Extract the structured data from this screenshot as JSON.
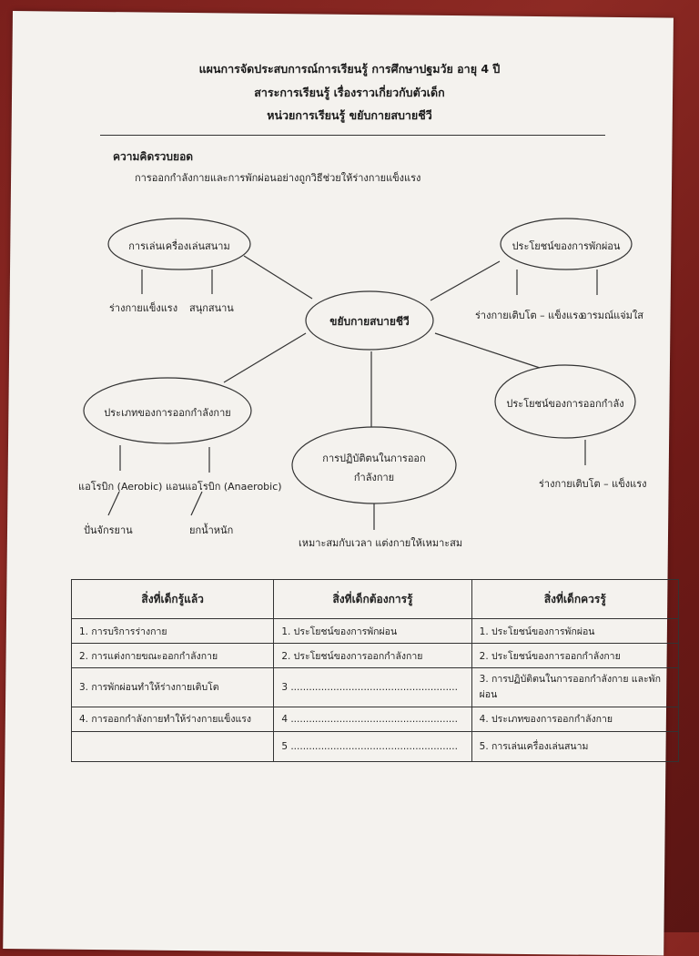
{
  "header": {
    "line1": "แผนการจัดประสบการณ์การเรียนรู้ การศึกษาปฐมวัย อายุ 4 ปี",
    "line2": "สาระการเรียนรู้ เรื่องราวเกี่ยวกับตัวเด็ก",
    "line3": "หน่วยการเรียนรู้ ขยับกายสบายชีวี"
  },
  "concept": {
    "heading": "ความคิดรวบยอด",
    "text": "การออกกำลังกายและการพักผ่อนอย่างถูกวิธีช่วยให้ร่างกายแข็งแรง"
  },
  "diagram": {
    "center": "ขยับกายสบายชีวี",
    "play": {
      "label": "การเล่นเครื่องเล่นสนาม",
      "children": [
        "ร่างกายแข็งแรง",
        "สนุกสนาน"
      ]
    },
    "rest_benefit": {
      "label": "ประโยชน์ของการพักผ่อน",
      "children": [
        "ร่างกายเติบโต – แข็งแรง",
        "อารมณ์แจ่มใส"
      ]
    },
    "exercise_types": {
      "label": "ประเภทของการออกกำลังกาย",
      "aerobic": "แอโรบิก (Aerobic)",
      "anaerobic": "แอนแอโรบิก (Anaerobic)",
      "aerobic_example": "ปั่นจักรยาน",
      "anaerobic_example": "ยกน้ำหนัก"
    },
    "exercise_benefit": {
      "label": "ประโยชน์ของการออกกำลัง",
      "child": "ร่างกายเติบโต – แข็งแรง"
    },
    "practice": {
      "label_line1": "การปฏิบัติตนในการออก",
      "label_line2": "กำลังกาย",
      "child": "เหมาะสมกับเวลา  แต่งกายให้เหมาะสม"
    }
  },
  "table": {
    "headers": [
      "สิ่งที่เด็กรู้แล้ว",
      "สิ่งที่เด็กต้องการรู้",
      "สิ่งที่เด็กควรรู้"
    ],
    "rows": [
      [
        "1.  การบริการร่างกาย",
        "1.  ประโยชน์ของการพักผ่อน",
        "1.  ประโยชน์ของการพักผ่อน"
      ],
      [
        "2.  การแต่งกายขณะออกกำลังกาย",
        "2.  ประโยชน์ของการออกกำลังกาย",
        "2.  ประโยชน์ของการออกกำลังกาย"
      ],
      [
        "3.  การพักผ่อนทำให้ร่างกายเติบโต",
        "3  .......................................................",
        "3.  การปฏิบัติตนในการออกกำลังกาย และพักผ่อน"
      ],
      [
        "4.  การออกกำลังกายทำให้ร่างกายแข็งแรง",
        "4  .......................................................",
        "4.  ประเภทของการออกกำลังกาย"
      ],
      [
        "",
        "5  .......................................................",
        "5.  การเล่นเครื่องเล่นสนาม"
      ]
    ]
  }
}
